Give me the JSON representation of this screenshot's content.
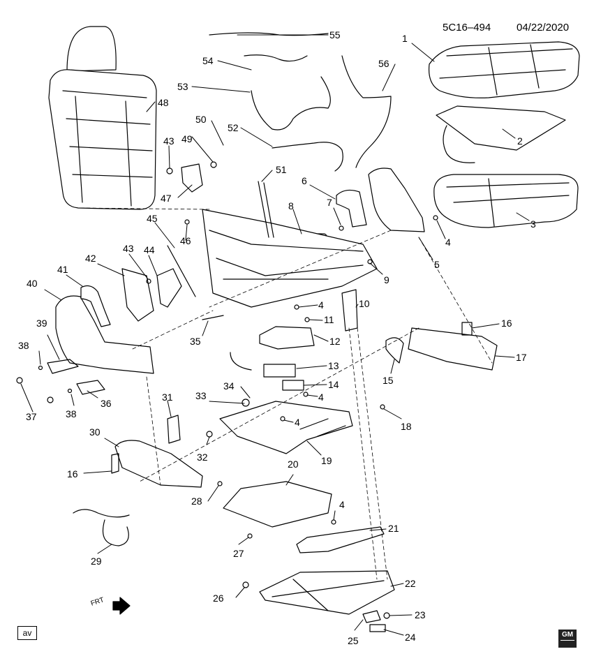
{
  "header": {
    "code": "5C16–494",
    "date": "04/22/2020"
  },
  "corner_tag": "av",
  "logo": {
    "text": "GM"
  },
  "direction_marker": "FRT",
  "callouts": [
    {
      "id": "1",
      "label": "1"
    },
    {
      "id": "2",
      "label": "2"
    },
    {
      "id": "3",
      "label": "3"
    },
    {
      "id": "4a",
      "label": "4"
    },
    {
      "id": "5",
      "label": "5"
    },
    {
      "id": "6",
      "label": "6"
    },
    {
      "id": "7",
      "label": "7"
    },
    {
      "id": "8",
      "label": "8"
    },
    {
      "id": "9",
      "label": "9"
    },
    {
      "id": "4b",
      "label": "4"
    },
    {
      "id": "10",
      "label": "10"
    },
    {
      "id": "11",
      "label": "11"
    },
    {
      "id": "12",
      "label": "12"
    },
    {
      "id": "13",
      "label": "13"
    },
    {
      "id": "14",
      "label": "14"
    },
    {
      "id": "4c",
      "label": "4"
    },
    {
      "id": "15",
      "label": "15"
    },
    {
      "id": "16a",
      "label": "16"
    },
    {
      "id": "17",
      "label": "17"
    },
    {
      "id": "18",
      "label": "18"
    },
    {
      "id": "19",
      "label": "19"
    },
    {
      "id": "4d",
      "label": "4"
    },
    {
      "id": "20",
      "label": "20"
    },
    {
      "id": "4e",
      "label": "4"
    },
    {
      "id": "21",
      "label": "21"
    },
    {
      "id": "22",
      "label": "22"
    },
    {
      "id": "23",
      "label": "23"
    },
    {
      "id": "24",
      "label": "24"
    },
    {
      "id": "25",
      "label": "25"
    },
    {
      "id": "26",
      "label": "26"
    },
    {
      "id": "27",
      "label": "27"
    },
    {
      "id": "28",
      "label": "28"
    },
    {
      "id": "29",
      "label": "29"
    },
    {
      "id": "16b",
      "label": "16"
    },
    {
      "id": "30",
      "label": "30"
    },
    {
      "id": "31",
      "label": "31"
    },
    {
      "id": "32",
      "label": "32"
    },
    {
      "id": "33",
      "label": "33"
    },
    {
      "id": "34",
      "label": "34"
    },
    {
      "id": "35",
      "label": "35"
    },
    {
      "id": "36",
      "label": "36"
    },
    {
      "id": "37",
      "label": "37"
    },
    {
      "id": "38a",
      "label": "38"
    },
    {
      "id": "38b",
      "label": "38"
    },
    {
      "id": "39",
      "label": "39"
    },
    {
      "id": "40",
      "label": "40"
    },
    {
      "id": "41",
      "label": "41"
    },
    {
      "id": "42",
      "label": "42"
    },
    {
      "id": "43a",
      "label": "43"
    },
    {
      "id": "44",
      "label": "44"
    },
    {
      "id": "45",
      "label": "45"
    },
    {
      "id": "46",
      "label": "46"
    },
    {
      "id": "43b",
      "label": "43"
    },
    {
      "id": "47",
      "label": "47"
    },
    {
      "id": "48",
      "label": "48"
    },
    {
      "id": "49",
      "label": "49"
    },
    {
      "id": "50",
      "label": "50"
    },
    {
      "id": "51",
      "label": "51"
    },
    {
      "id": "52",
      "label": "52"
    },
    {
      "id": "53",
      "label": "53"
    },
    {
      "id": "54",
      "label": "54"
    },
    {
      "id": "55",
      "label": "55"
    },
    {
      "id": "56",
      "label": "56"
    }
  ]
}
